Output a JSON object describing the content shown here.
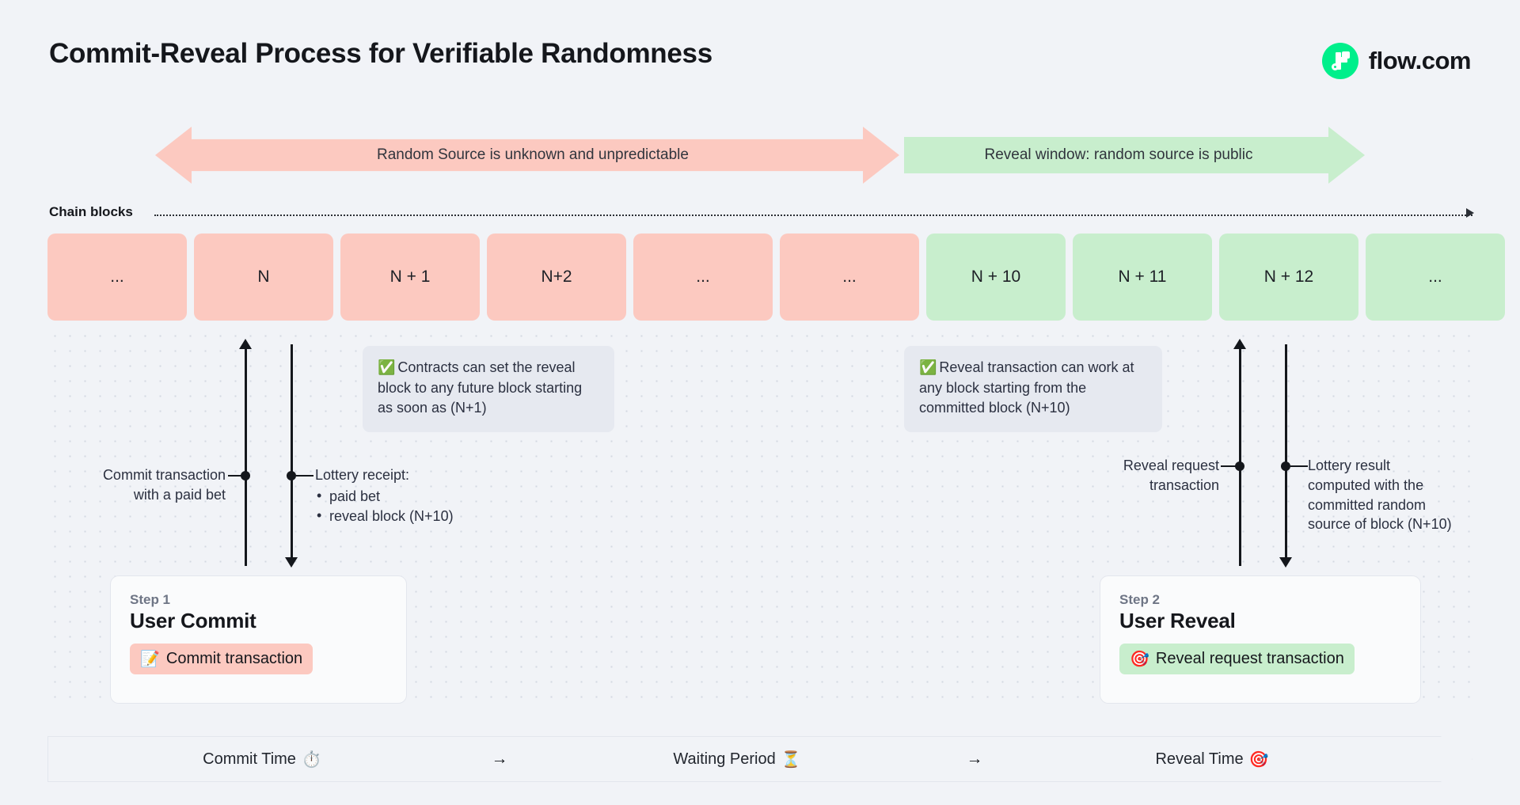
{
  "header": {
    "title": "Commit-Reveal Process for Verifiable Randomness",
    "brand_name": "flow.com",
    "brand_color": "#00ef8b"
  },
  "banners": [
    {
      "label": "Random Source is unknown and unpredictable",
      "color": "#fcc9c0",
      "direction": "double"
    },
    {
      "label": "Reveal window: random source is public",
      "color": "#c8eecd",
      "direction": "right"
    }
  ],
  "chain": {
    "axis_label": "Chain blocks",
    "blocks": [
      {
        "label": "...",
        "state": "pink"
      },
      {
        "label": "N",
        "state": "pink"
      },
      {
        "label": "N + 1",
        "state": "pink"
      },
      {
        "label": "N+2",
        "state": "pink"
      },
      {
        "label": "...",
        "state": "pink"
      },
      {
        "label": "...",
        "state": "pink"
      },
      {
        "label": "N + 10",
        "state": "green"
      },
      {
        "label": "N + 11",
        "state": "green"
      },
      {
        "label": "N + 12",
        "state": "green"
      },
      {
        "label": "...",
        "state": "green"
      }
    ]
  },
  "callouts": [
    {
      "check": "✅",
      "text": "Contracts can set the reveal block to any future block starting as soon as (N+1)"
    },
    {
      "check": "✅",
      "text": "Reveal transaction can work at any block starting from the committed block (N+10)"
    }
  ],
  "annotations": {
    "commit": {
      "line1": "Commit transaction",
      "line2": "with a paid bet"
    },
    "receipt": {
      "title": "Lottery receipt:",
      "items": [
        "paid bet",
        "reveal block (N+10)"
      ]
    },
    "reveal_request": {
      "line1": "Reveal request",
      "line2": "transaction"
    },
    "lottery_result": {
      "line1": "Lottery result",
      "line2": "computed with the",
      "line3": "committed random",
      "line4": "source of block (N+10)"
    }
  },
  "steps": [
    {
      "eyebrow": "Step 1",
      "title": "User Commit",
      "pill_emoji": "📝",
      "pill_label": "Commit transaction",
      "pill_color": "#fcc9c0"
    },
    {
      "eyebrow": "Step 2",
      "title": "User Reveal",
      "pill_emoji": "🎯",
      "pill_label": "Reveal request transaction",
      "pill_color": "#c8eecd"
    }
  ],
  "timeline": {
    "phases": [
      {
        "label": "Commit Time",
        "emoji": "⏱️"
      },
      {
        "label": "Waiting Period",
        "emoji": "⏳"
      },
      {
        "label": "Reveal Time",
        "emoji": "🎯"
      }
    ],
    "separator": "→"
  }
}
